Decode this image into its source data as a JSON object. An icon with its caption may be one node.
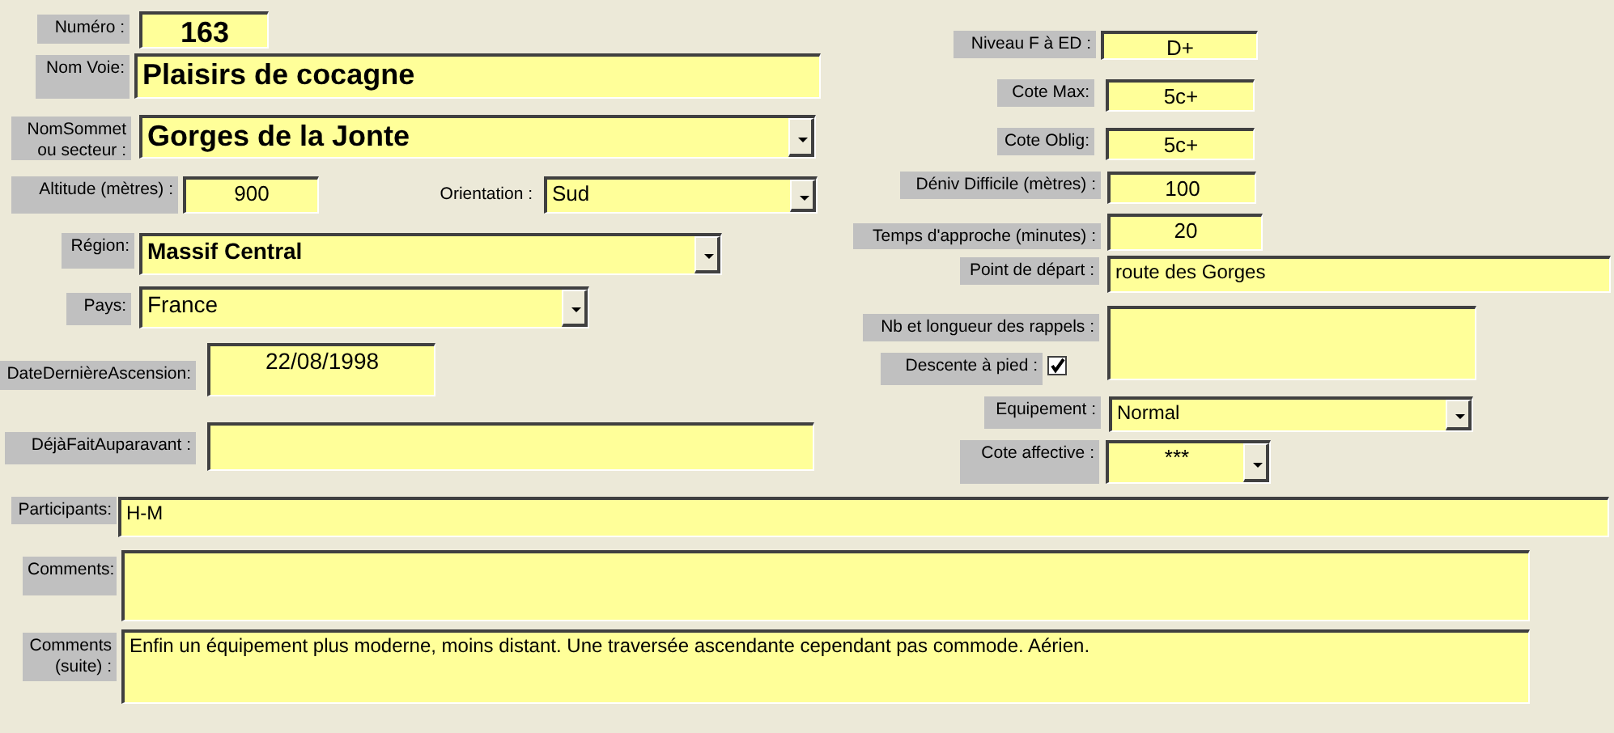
{
  "diagram": {
    "nodes": [
      {
        "text": [
          "163"
        ],
        "beside": [
          "Numéro :"
        ]
      },
      {
        "text": [
          "Plaisirs de cocagne"
        ],
        "beside": [
          "Nom Voie:"
        ]
      },
      {
        "text": [
          "Gorges de la Jonte"
        ],
        "beside": [
          "NomSommet ou secteur :"
        ]
      },
      {
        "text": [
          "900"
        ],
        "beside": [
          "Altitude (mètres) :"
        ]
      },
      {
        "text": [
          "Sud"
        ],
        "beside": [
          "Orientation :"
        ]
      },
      {
        "text": [
          "Massif Central"
        ],
        "beside": [
          "Région:"
        ]
      },
      {
        "text": [
          "France"
        ],
        "beside": [
          "Pays:"
        ]
      },
      {
        "text": [
          "22/08/1998"
        ],
        "beside": [
          "DateDernièreAscension:"
        ]
      },
      {
        "text": [],
        "shape": "box",
        "beside": [
          "DéjàFaitAuparavant :"
        ]
      },
      {
        "text": [
          "D+"
        ],
        "beside": [
          "Niveau F à ED :"
        ]
      },
      {
        "text": [
          "5c+"
        ],
        "beside": [
          "Cote Max:"
        ]
      },
      {
        "text": [
          "5c+"
        ],
        "beside": [
          "Cote Oblig:"
        ]
      },
      {
        "text": [
          "100"
        ],
        "beside": [
          "Déniv Difficile (mètres) :"
        ]
      },
      {
        "text": [
          "20"
        ],
        "beside": [
          "Temps d'approche (minutes) :"
        ]
      },
      {
        "text": [
          "route des Gorges"
        ],
        "beside": [
          "Point de départ :"
        ]
      },
      {
        "text": [],
        "shape": "box",
        "beside": [
          "Nb et longueur des rappels :"
        ]
      },
      {
        "text": [],
        "shape": "box",
        "beside": [
          "Descente à pied :"
        ]
      },
      {
        "text": [
          "Normal"
        ],
        "beside": [
          "Equipement :"
        ]
      },
      {
        "text": [
          "***"
        ],
        "beside": [
          "Cote affective :"
        ]
      },
      {
        "text": [
          "H-M"
        ],
        "beside": [
          "Participants:"
        ]
      },
      {
        "text": [],
        "shape": "box",
        "beside": [
          "Comments:"
        ]
      },
      {
        "text": [
          "Enfin un équipement plus moderne, moins distant. Une traversée ascendante cependant pas commode. Aérien."
        ],
        "beside": [
          "Comments (suite) :"
        ]
      }
    ]
  }
}
